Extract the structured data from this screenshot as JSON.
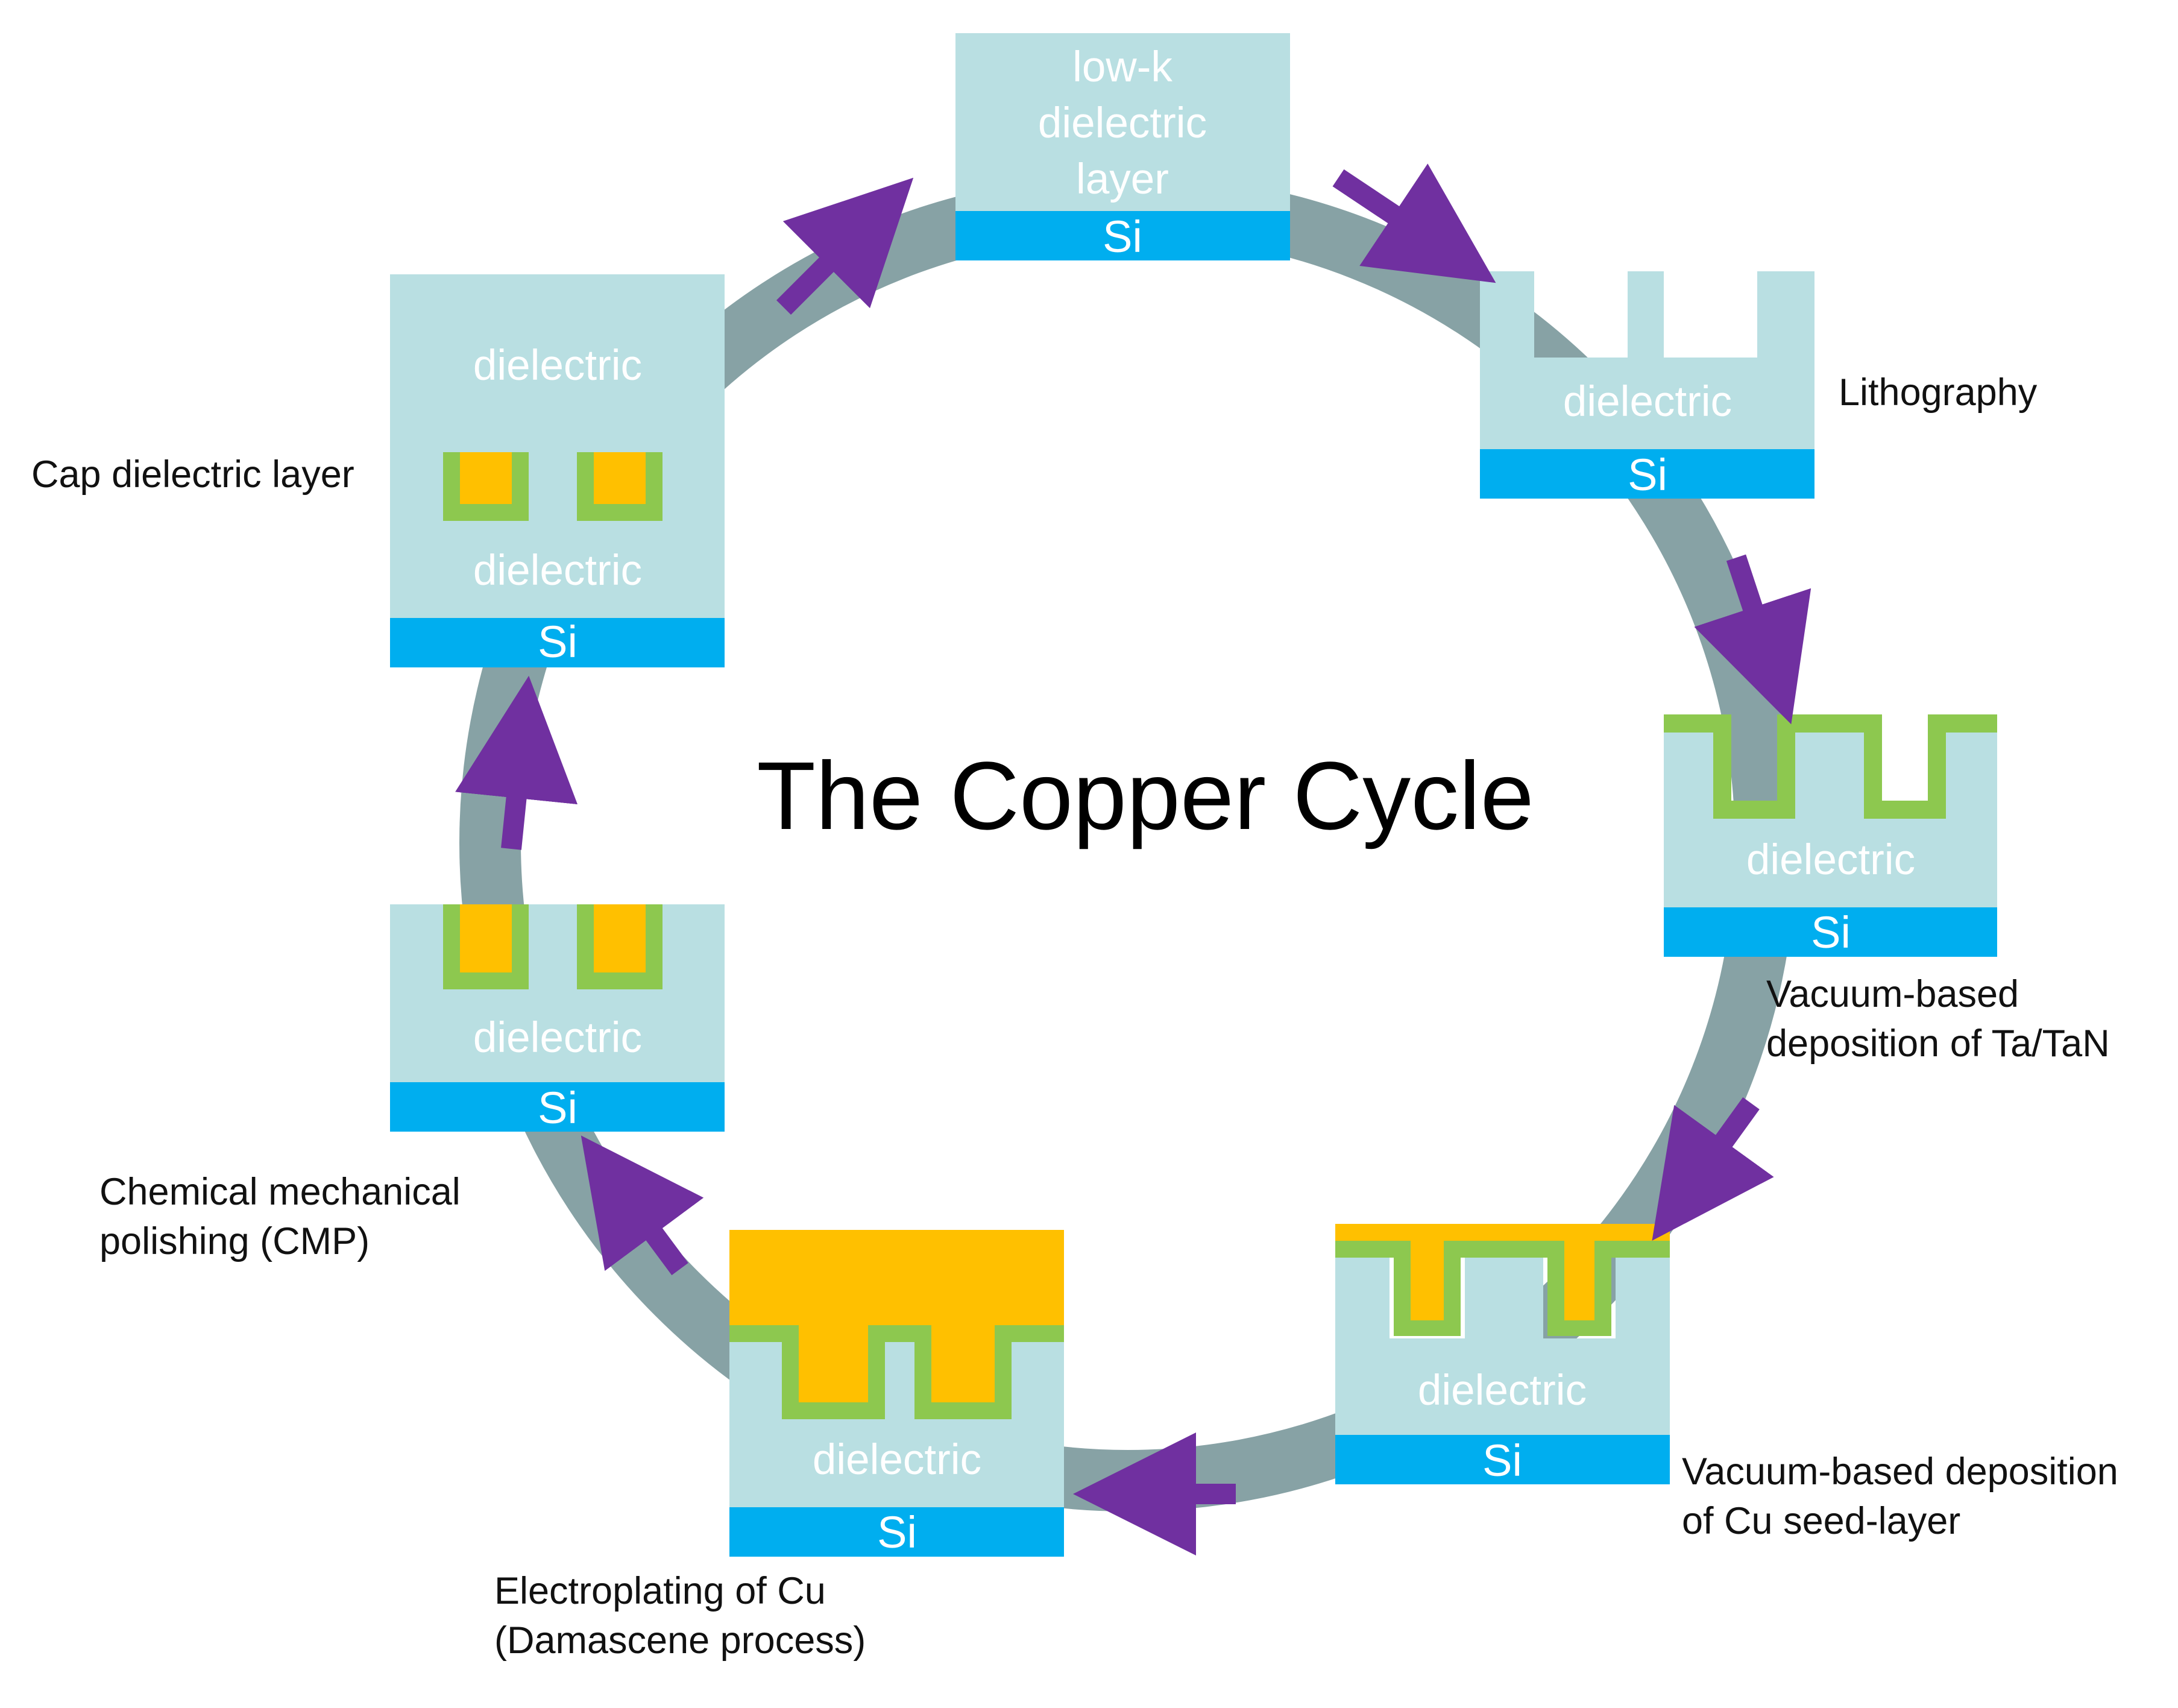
{
  "title": "The Copper Cycle",
  "colors": {
    "ring": "#87a2a5",
    "dielectric": "#b9dfe2",
    "si": "#00aeef",
    "barrier": "#8dc84f",
    "copper": "#ffc000",
    "arrow": "#7030a0"
  },
  "common": {
    "si_label": "Si",
    "dielectric_label": "dielectric"
  },
  "steps": {
    "lowk": {
      "line1": "low-k",
      "line2": "dielectric",
      "line3": "layer"
    },
    "lithography": {
      "caption": "Lithography"
    },
    "tatan": {
      "caption_line1": "Vacuum-based",
      "caption_line2": "deposition of Ta/TaN"
    },
    "seed": {
      "caption_line1": "Vacuum-based deposition",
      "caption_line2": " of Cu seed-layer"
    },
    "electroplating": {
      "caption_line1": "Electroplating of Cu",
      "caption_line2": "(Damascene process)"
    },
    "cmp": {
      "caption_line1": "Chemical mechanical",
      "caption_line2": "polishing (CMP)"
    },
    "cap": {
      "caption": "Cap dielectric layer"
    }
  }
}
